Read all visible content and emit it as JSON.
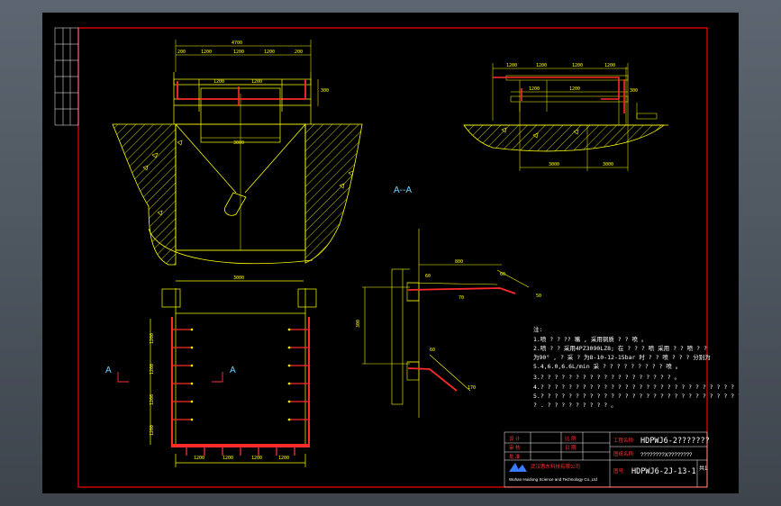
{
  "drawing": {
    "section_label": "A--A",
    "cut_left": "A",
    "cut_right": "A",
    "dims_front": {
      "overall": "4700",
      "d1": "200",
      "d2": "1200",
      "d3": "1200",
      "d4": "1200",
      "d5": "200",
      "inner1": "1200",
      "inner2": "1200",
      "width": "3000",
      "height": "300"
    },
    "dims_side": {
      "d1": "1200",
      "d2": "1200",
      "d3": "1200",
      "d4": "1200",
      "d5": "1200",
      "d6": "1200",
      "h": "300",
      "w1": "3000",
      "w2": "3000"
    },
    "dims_plan": {
      "top": "3000",
      "left1": "1200",
      "left2": "1200",
      "left3": "1200",
      "left4": "1200",
      "bottom1": "1200",
      "bottom2": "1200",
      "bottom3": "1200",
      "bottom4": "1200"
    },
    "dims_detail": {
      "top": "800",
      "height": "300",
      "a1": "60",
      "a2": "70",
      "a3": "60",
      "a4": "50",
      "a5": "60",
      "a6": "170"
    }
  },
  "notes": {
    "title": "注:",
    "lines": [
      "1.喷 ?  ? ?? 嘴 , 采用铜质 ?  ? 喷 。",
      "2.喷 ? ? 采用4PZ3090LZ8; 在 ? ?  ? 喷 采用 ? ? 喷  ? ?",
      "为90° ,  ? 采 ? 为8-10-12-15bar 时 ? ? 喷  ? ? ? 分别为",
      "5.4,6.0,6.6L/min  采 ? ? ? ?  ? ? ? ? ? 喷 。",
      "3.? ? ? ? ? ? ? ? ? ? ? ? ? ? ? ? ? ? ? 。",
      "4.? ? ? ? ? ? ? ? ? ? ? ? ? ? ? ? ? ? ? ? ? ? ? ? ? ? ? ?",
      "5.? ? ? ? ? ? ? ? ? ? ? ? ? ? ? ? ? ? ? ? ? ? ? ? ? ? ? ? ?",
      "? . ? ? ? ? ? ? ? ? ? 。"
    ]
  },
  "title_block": {
    "row_labels": [
      "设 计",
      "审 核",
      "批 准"
    ],
    "scale_labels": [
      "比 例",
      "日 期"
    ],
    "project_label": "工程名称:",
    "project_value": "HDPWJ6-2???????",
    "drawing_name_label": "图纸名称:",
    "drawing_name_value": "????????X????????",
    "drawing_no_label": "图号:",
    "drawing_no_value": "HDPWJ6-2J-13-1",
    "company_cn": "武汉惠东科技有限公司",
    "company_en": "Wuhan Huidong Science and Technology Co.,Ltd",
    "sheet_mark": "共1"
  },
  "colors": {
    "background_outer": "#4c545c",
    "sheet": "#000000",
    "frame": "#ff0000",
    "lines": "#ffff00",
    "pipe": "#ff2a2a",
    "text": "#ffffff",
    "section": "#6fd0ff"
  }
}
